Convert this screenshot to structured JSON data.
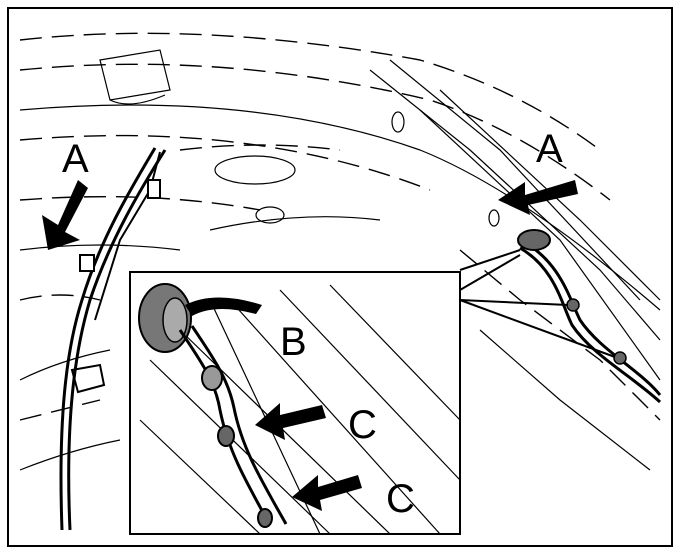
{
  "labels": {
    "a_left": "A",
    "a_right": "A",
    "b": "B",
    "c_upper": "C",
    "c_lower": "C"
  },
  "icons": [
    "arrow-icon",
    "curved-arrow-icon"
  ],
  "colors": {
    "ink": "#000000",
    "paper": "#ffffff",
    "grommet": "#666666"
  }
}
